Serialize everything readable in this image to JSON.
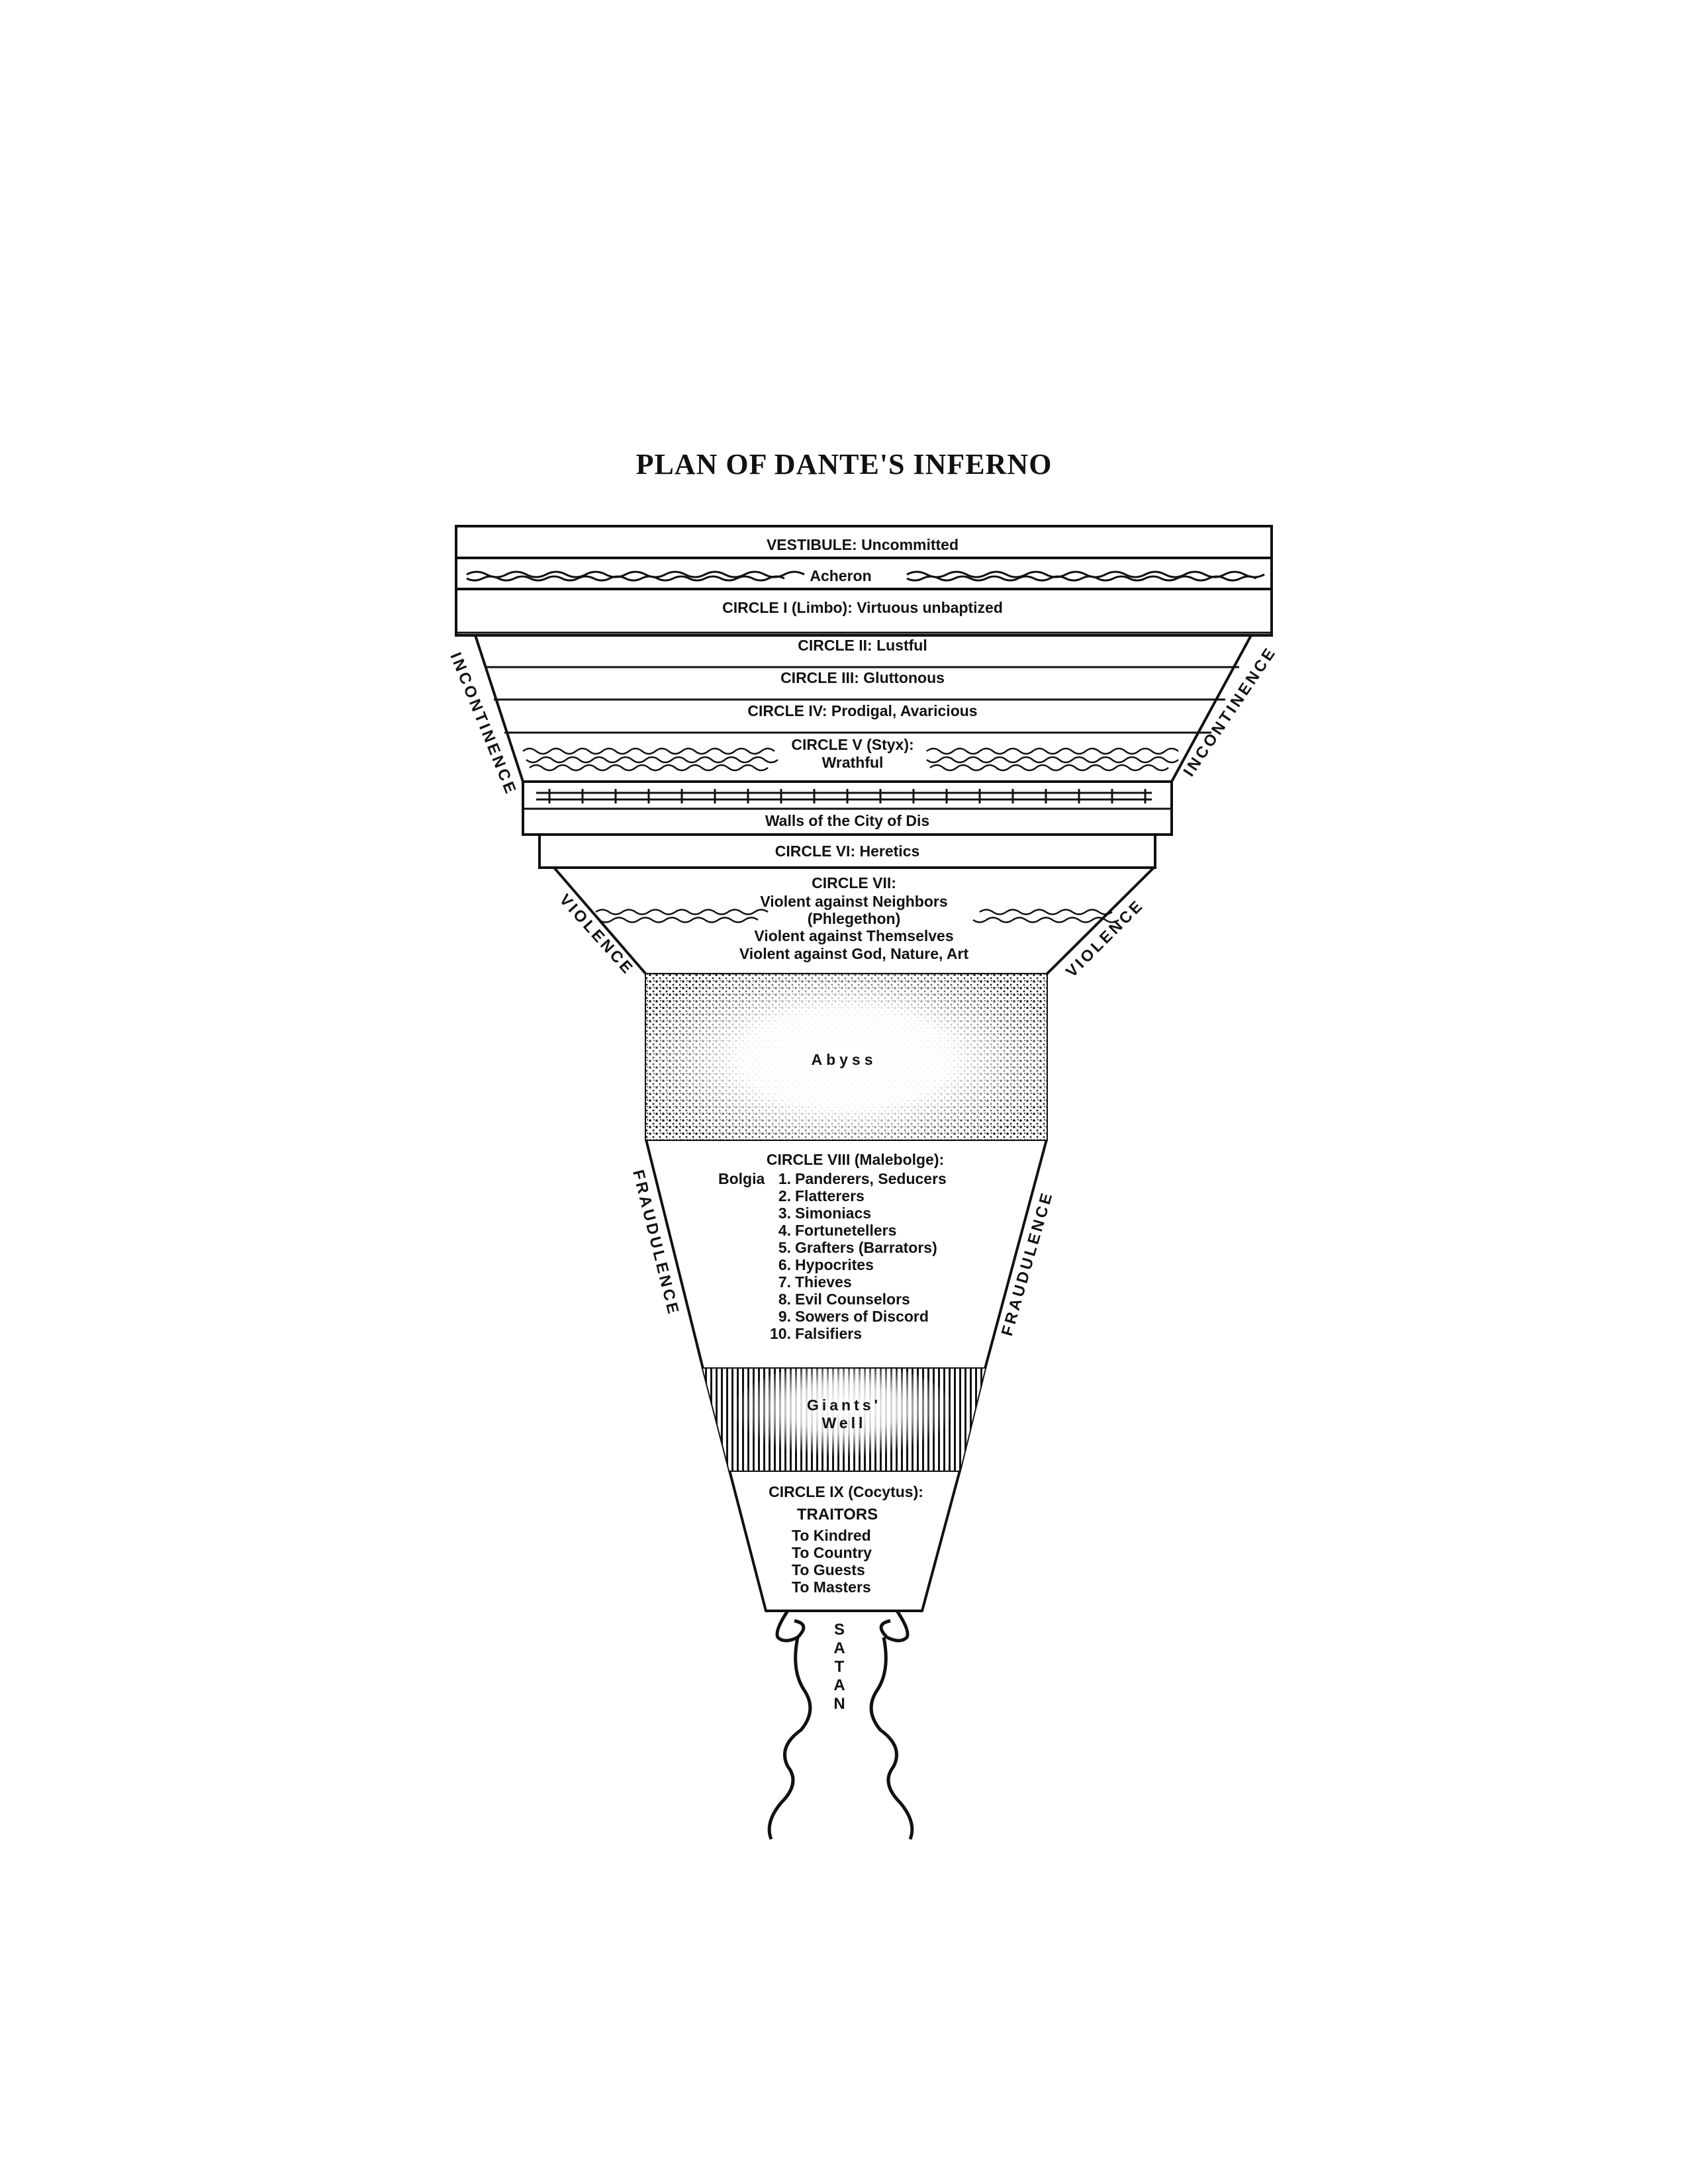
{
  "title": "PLAN OF DANTE'S INFERNO",
  "vestibule": "VESTIBULE: Uncommitted",
  "acheron": "Acheron",
  "circle1": "CIRCLE I (Limbo): Virtuous unbaptized",
  "circle2": "CIRCLE II: Lustful",
  "circle3": "CIRCLE III: Gluttonous",
  "circle4": "CIRCLE IV: Prodigal, Avaricious",
  "circle5_a": "CIRCLE V (Styx):",
  "circle5_b": "Wrathful",
  "dis": "Walls of the City of Dis",
  "circle6": "CIRCLE VI: Heretics",
  "circle7": [
    "CIRCLE VII:",
    "Violent against Neighbors",
    "(Phlegethon)",
    "Violent against Themselves",
    "Violent against God, Nature, Art"
  ],
  "abyss": "Abyss",
  "circle8_title": "CIRCLE VIII (Malebolge):",
  "bolgia_word": "Bolgia",
  "bolgie": [
    "1. Panderers, Seducers",
    "2. Flatterers",
    "3. Simoniacs",
    "4. Fortunetellers",
    "5. Grafters (Barrators)",
    "6. Hypocrites",
    "7. Thieves",
    "8. Evil Counselors",
    "9. Sowers of Discord",
    "10. Falsifiers"
  ],
  "giants": [
    "Giants'",
    "Well"
  ],
  "circle9": [
    "CIRCLE IX (Cocytus):",
    "TRAITORS",
    "To Kindred",
    "To Country",
    "To Guests",
    "To Masters"
  ],
  "satan": "SATAN",
  "sides": {
    "incontinence": "INCONTINENCE",
    "violence": "VIOLENCE",
    "fraudulence": "FRAUDULENCE"
  },
  "colors": {
    "ink": "#111111",
    "paper": "#ffffff"
  }
}
